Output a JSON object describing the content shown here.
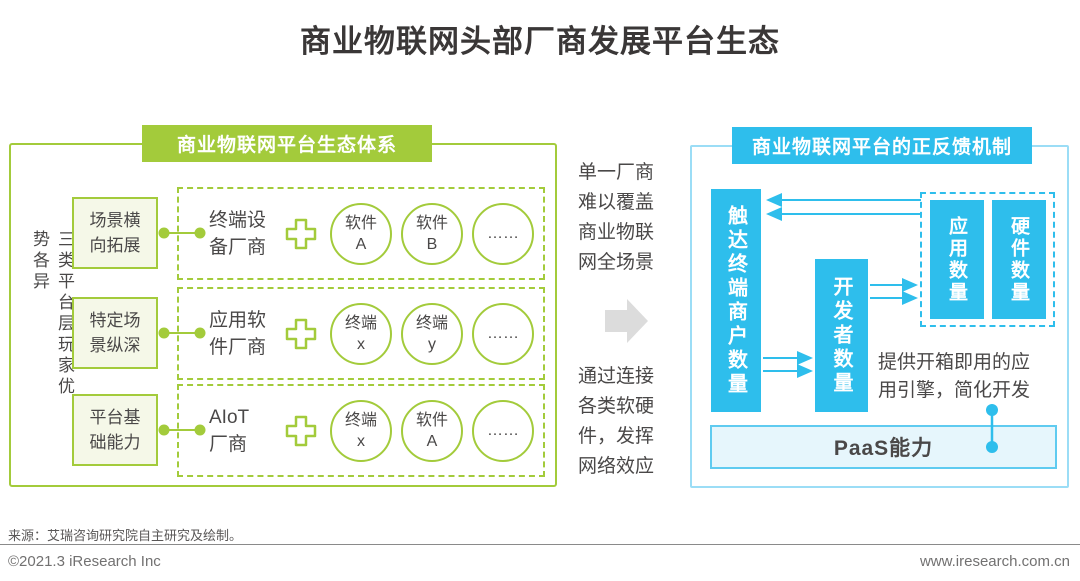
{
  "page": {
    "title": "商业物联网头部厂商发展平台生态",
    "source_note": "来源：艾瑞咨询研究院自主研究及绘制。",
    "copyright": "©2021.3 iResearch Inc",
    "website": "www.iresearch.com.cn"
  },
  "colors": {
    "green": "#a3cb3b",
    "green_light_fill": "#f5f8e8",
    "blue": "#2ebeec",
    "blue_light_border": "#9bddf6",
    "paas_fill": "#e6f6fc",
    "arrow_gray": "#dcdcdc",
    "text_dark": "#4a4848"
  },
  "icons": {
    "plus": "plus-icon",
    "flow_arrow": "arrow-right-icon",
    "dot_link": "dot-link-icon"
  },
  "left_panel": {
    "header": "商业物联网平台生态体系",
    "side_label": "三类平台层玩家优势各异",
    "rows": [
      {
        "label": "场景横\n向拓展",
        "vendor": "终端设\n备厂商",
        "circles": [
          "软件\nA",
          "软件\nB",
          "……"
        ]
      },
      {
        "label": "特定场\n景纵深",
        "vendor": "应用软\n件厂商",
        "circles": [
          "终端\nx",
          "终端\ny",
          "……"
        ]
      },
      {
        "label": "平台基\n础能力",
        "vendor": "AIoT\n厂商",
        "circles": [
          "终端\nx",
          "软件\nA",
          "……"
        ]
      }
    ]
  },
  "middle": {
    "top_text": "单一厂商\n难以覆盖\n商业物联\n网全场景",
    "bottom_text": "通过连接\n各类软硬\n件，发挥\n网络效应"
  },
  "right_panel": {
    "header": "商业物联网平台的正反馈机制",
    "merchant_box": "触达终端商户数量",
    "developer_box": "开发者数量",
    "app_box": "应用数量",
    "hardware_box": "硬件数量",
    "engine_note": "提供开箱即用的应\n用引擎，简化开发",
    "paas_bar": "PaaS能力"
  }
}
